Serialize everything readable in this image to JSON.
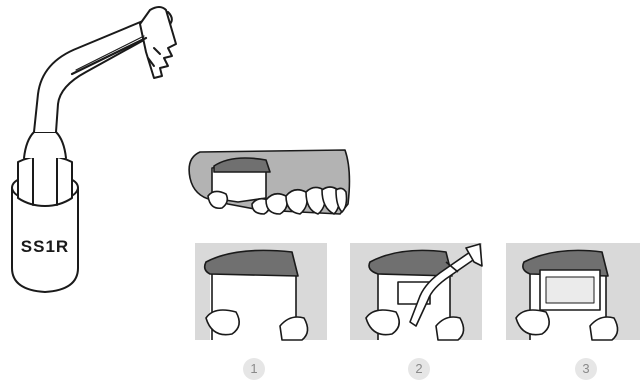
{
  "tool": {
    "label": "SS1R"
  },
  "steps": [
    {
      "number": "1"
    },
    {
      "number": "2"
    },
    {
      "number": "3"
    }
  ],
  "colors": {
    "outline": "#1a1a1a",
    "gum_fill": "#b3b3b3",
    "bone_fill": "#707070",
    "panel_bg": "#d9d9d9",
    "badge_bg": "#e6e6e6",
    "badge_text": "#8a8a8a"
  }
}
